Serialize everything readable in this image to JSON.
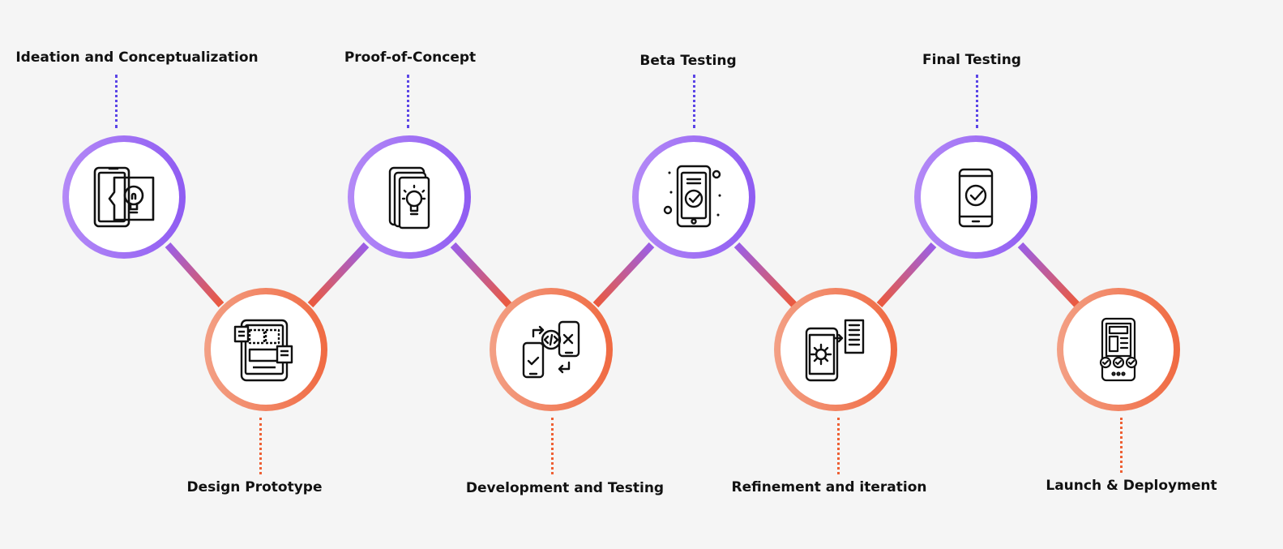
{
  "steps": [
    {
      "label": "Ideation and Conceptualization",
      "icon": "phone-lightbulb-icon"
    },
    {
      "label": "Design Prototype",
      "icon": "wireframe-tablet-icon"
    },
    {
      "label": "Proof-of-Concept",
      "icon": "stacked-devices-lightbulb-icon"
    },
    {
      "label": "Development and Testing",
      "icon": "code-sync-phones-icon"
    },
    {
      "label": "Beta Testing",
      "icon": "phone-check-badge-icon"
    },
    {
      "label": "Refinement and iteration",
      "icon": "phone-gear-list-icon"
    },
    {
      "label": "Final Testing",
      "icon": "phone-check-icon"
    },
    {
      "label": "Launch & Deployment",
      "icon": "phone-checklist-icon"
    }
  ],
  "colors": {
    "top_ring": "#9a66f4",
    "bottom_ring": "#f06a42",
    "top_dash": "#5b45e6",
    "bottom_dash": "#ee6034"
  }
}
